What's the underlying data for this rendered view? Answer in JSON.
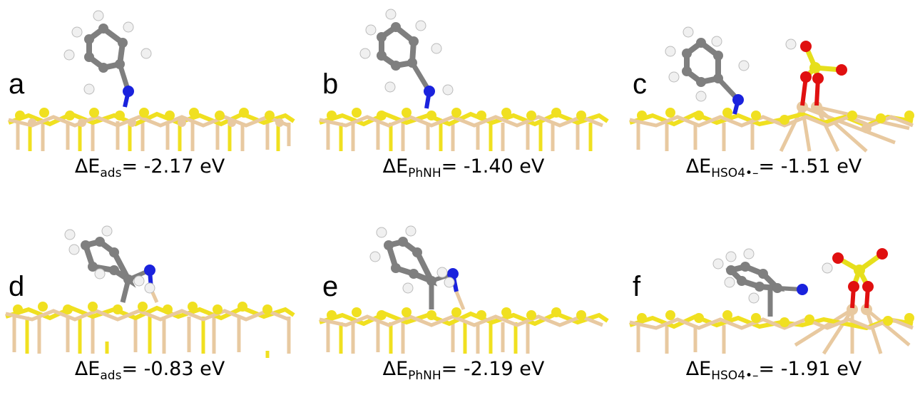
{
  "colors": {
    "gold_light": "#e8c9a0",
    "gold_yellow": "#f0e020",
    "carbon": "#7f7f7f",
    "hydrogen": "#f0f0f0",
    "nitrogen": "#1a22dd",
    "oxygen": "#e01010",
    "sulfur": "#e6df1c"
  },
  "panels": [
    {
      "letter": "a",
      "prefix": "ΔE",
      "sub": "ads",
      "value": "= -2.17 eV",
      "adsorbate": "phenylimine_up"
    },
    {
      "letter": "b",
      "prefix": "ΔE",
      "sub": "PhNH",
      "value": "= -1.40 eV",
      "adsorbate": "phenylamine_up"
    },
    {
      "letter": "c",
      "prefix": "ΔE",
      "sub": "HSO4•–",
      "value": "= -1.51 eV",
      "adsorbate": "phenylimine_tilt_hso4"
    },
    {
      "letter": "d",
      "prefix": "ΔE",
      "sub": "ads",
      "value": "= -0.83 eV",
      "adsorbate": "bridge_flat"
    },
    {
      "letter": "e",
      "prefix": "ΔE",
      "sub": "PhNH",
      "value": "= -2.19 eV",
      "adsorbate": "bridge_flat_h"
    },
    {
      "letter": "f",
      "prefix": "ΔE",
      "sub": "HSO4•–",
      "value": "= -1.91 eV",
      "adsorbate": "flat_hso4"
    }
  ]
}
